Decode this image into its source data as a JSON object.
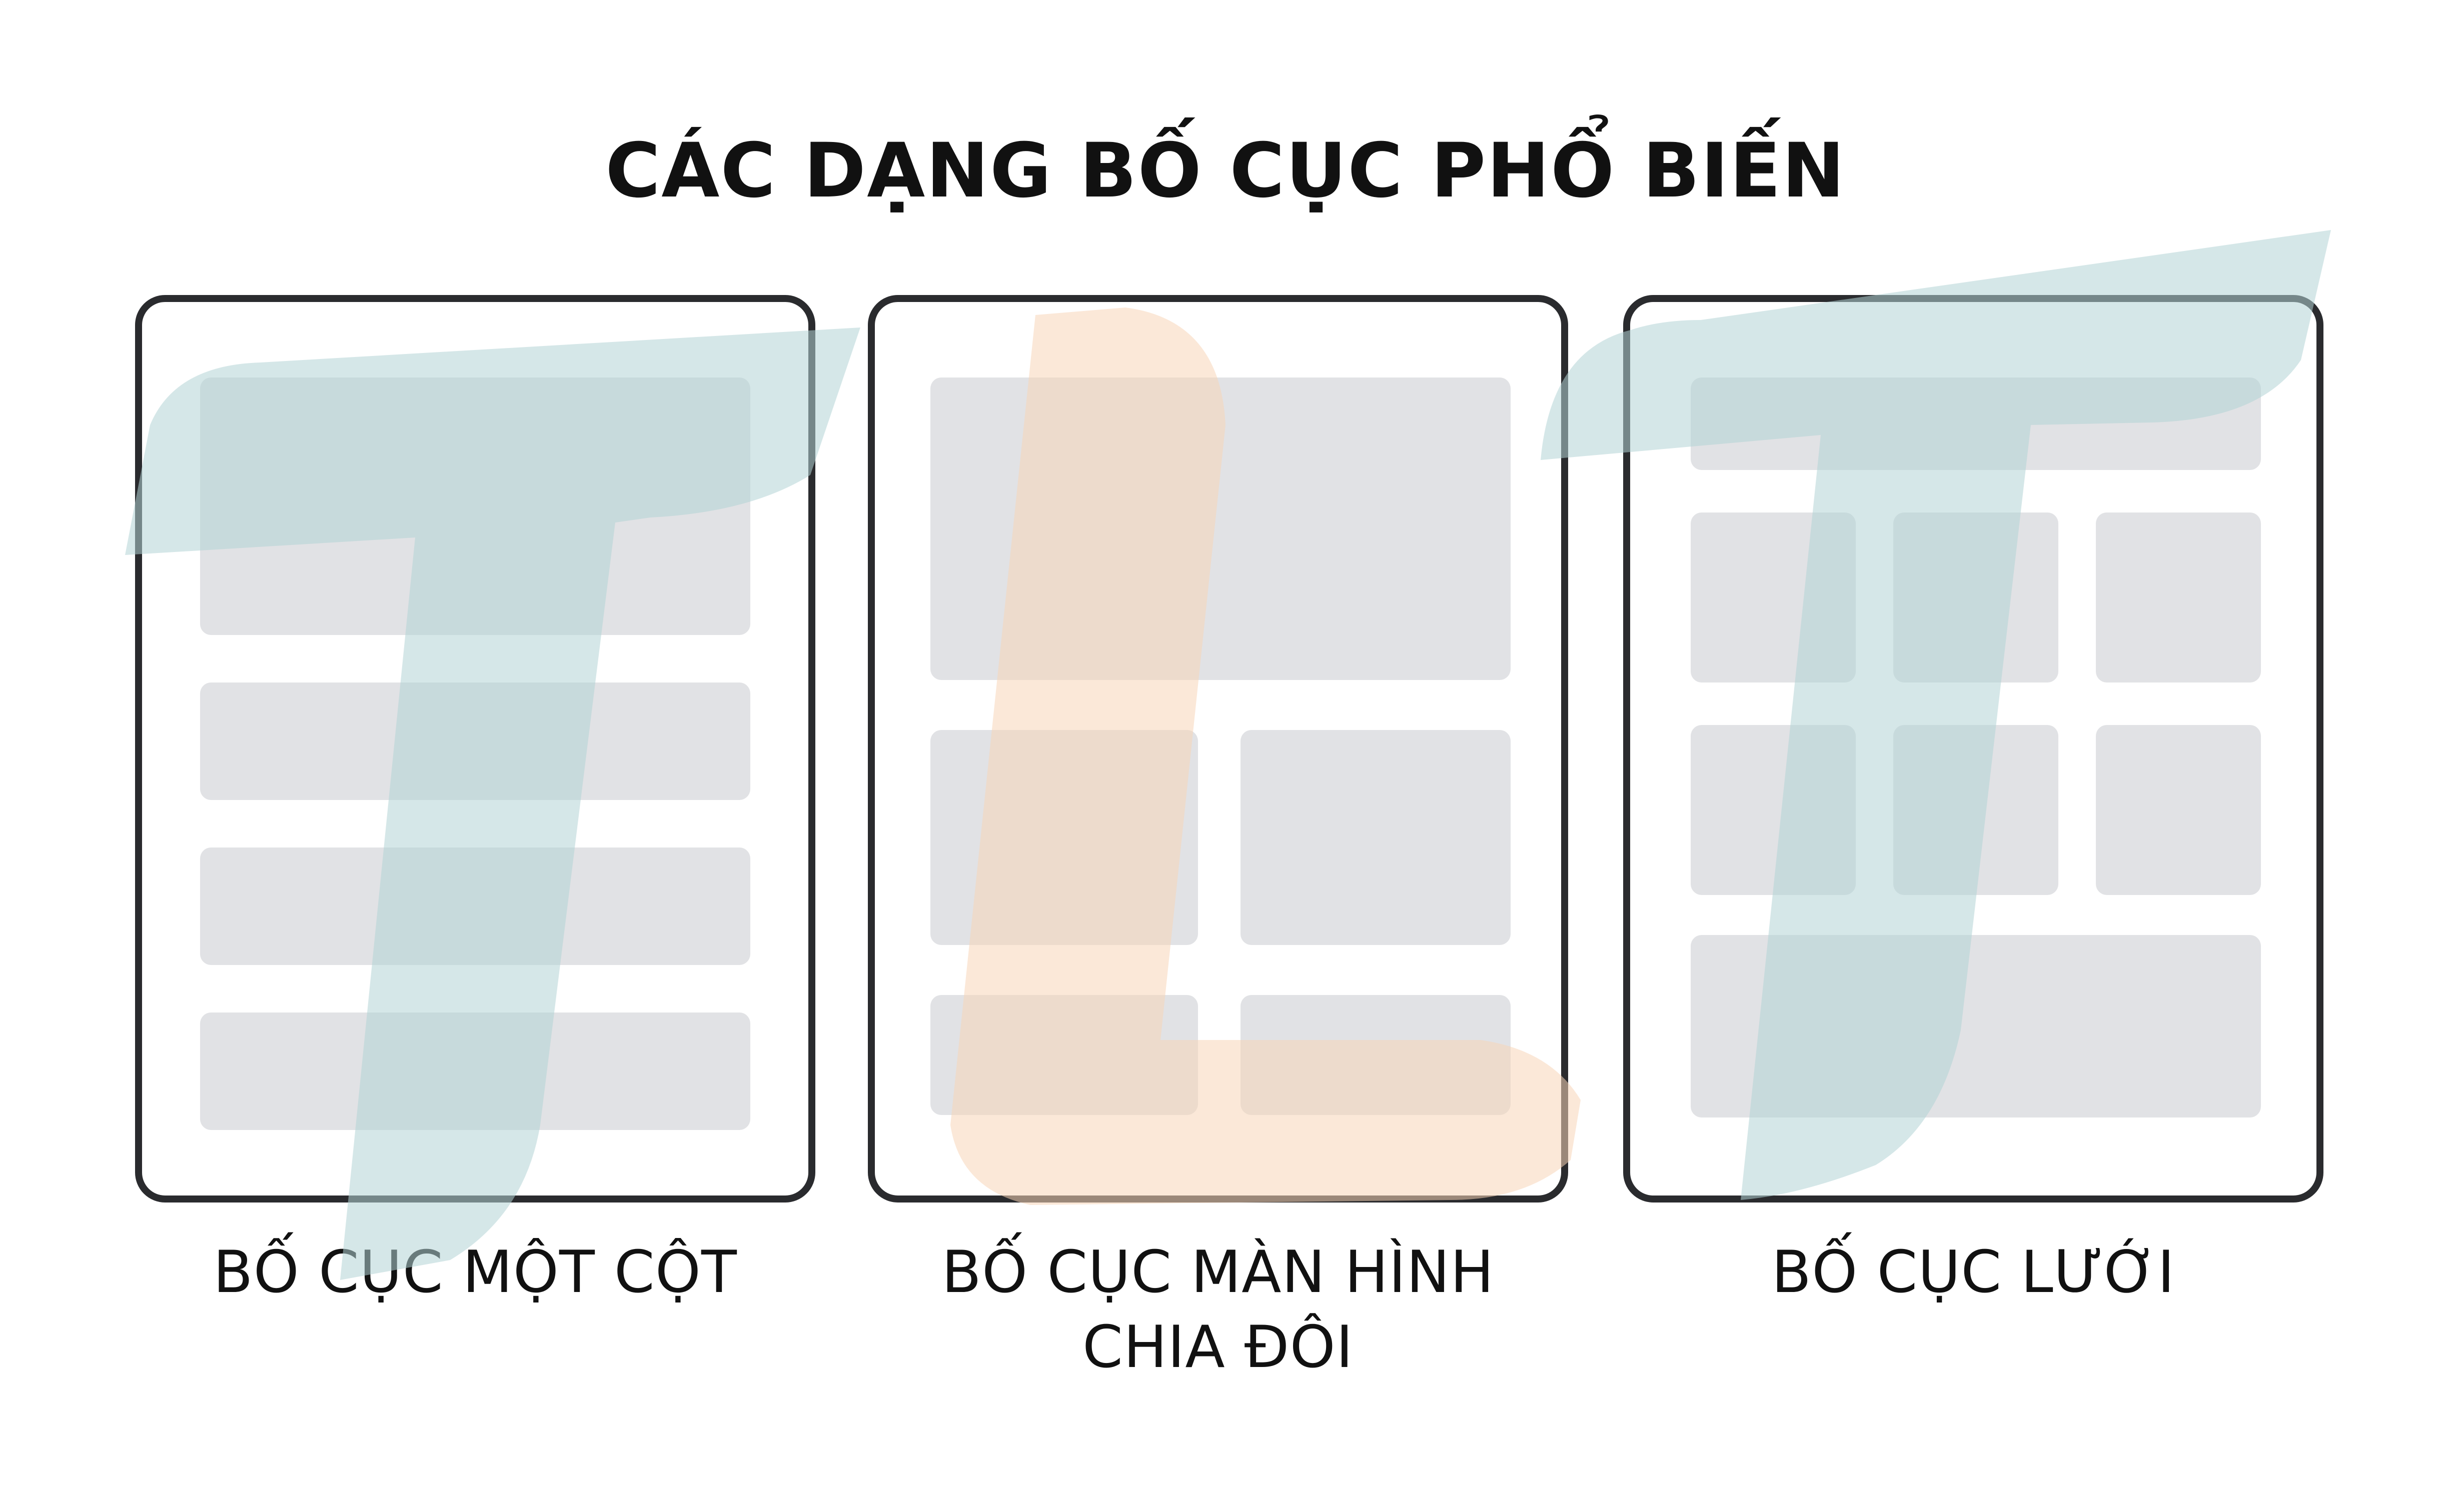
{
  "title": "CÁC DẠNG BỐ CỤC PHỔ BIẾN",
  "layouts": [
    {
      "caption_lines": [
        "BỐ CỤC MỘT CỘT"
      ]
    },
    {
      "caption_lines": [
        "BỐ CỤC MÀN HÌNH",
        "CHIA ĐÔI"
      ]
    },
    {
      "caption_lines": [
        "BỐ CỤC LƯỚI"
      ]
    }
  ],
  "colors": {
    "frame_border": "#2a2b2e",
    "block_fill": "#e1e2e5",
    "watermark_teal": "#b3d3d5",
    "watermark_peach": "#f7d5b8"
  },
  "watermark": {
    "letters": "TLT"
  }
}
